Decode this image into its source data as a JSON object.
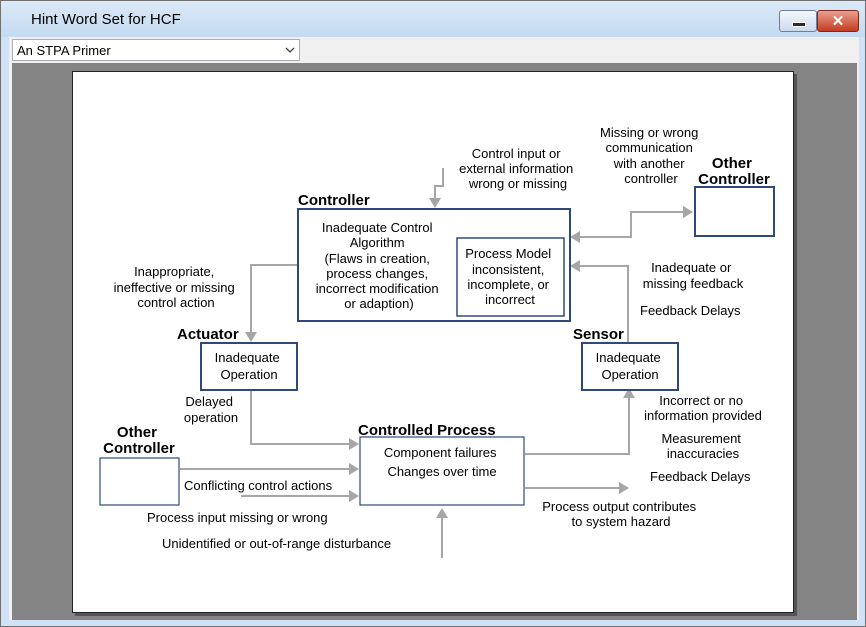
{
  "window": {
    "title": "Hint Word Set for HCF"
  },
  "selector": {
    "value": "An STPA Primer"
  },
  "diagram": {
    "controller_title": "Controller",
    "controller_text": [
      "Inadequate Control",
      "Algorithm",
      "(Flaws in creation,",
      "process changes,",
      "incorrect modification",
      "or adaption)"
    ],
    "process_model": [
      "Process Model",
      "inconsistent,",
      "incomplete, or",
      "incorrect"
    ],
    "control_input": [
      "Control input or",
      "external information",
      "wrong or missing"
    ],
    "missing_comm": [
      "Missing or wrong",
      "communication",
      "with another",
      "controller"
    ],
    "other_controller_top": [
      "Other",
      "Controller"
    ],
    "inappropriate_action": [
      "Inappropriate,",
      "ineffective or missing",
      "control action"
    ],
    "actuator_title": "Actuator",
    "actuator_text": [
      "Inadequate",
      "Operation"
    ],
    "inadequate_feedback": [
      "Inadequate or",
      "missing feedback"
    ],
    "feedback_delays_top": "Feedback Delays",
    "sensor_title": "Sensor",
    "sensor_text": [
      "Inadequate",
      "Operation"
    ],
    "delayed_operation": [
      "Delayed",
      "operation"
    ],
    "incorrect_info": [
      "Incorrect or no",
      "information provided"
    ],
    "measurement": [
      "Measurement",
      "inaccuracies"
    ],
    "feedback_delays_bottom": "Feedback Delays",
    "other_controller_bottom": [
      "Other",
      "Controller"
    ],
    "controlled_process_title": "Controlled Process",
    "controlled_process_text": [
      "Component failures",
      "Changes over time"
    ],
    "conflicting_actions": "Conflicting control actions",
    "process_input": "Process input missing or wrong",
    "disturbance": "Unidentified or out-of-range disturbance",
    "process_output": [
      "Process output contributes",
      "to system hazard"
    ]
  },
  "colors": {
    "box_border": "#2e4a7d",
    "arrow": "#a6a6a6"
  }
}
